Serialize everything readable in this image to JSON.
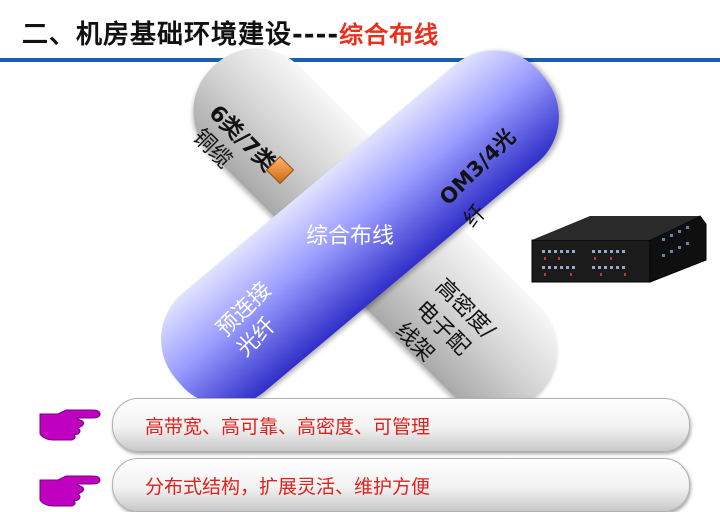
{
  "title": {
    "main": "二、机房基础环境建设----",
    "accent": "综合布线"
  },
  "diagram": {
    "center_label": "综合布线",
    "copper": {
      "line1": "6类/7类",
      "line2": "铜缆"
    },
    "fiber": {
      "line1": "OM3/4光",
      "line2": "纤"
    },
    "preterm": {
      "line1": "预连接",
      "line2": "光纤"
    },
    "hd_panel": {
      "line1": "高密度/",
      "line2": "电子配",
      "line3": "线架"
    }
  },
  "bullets": [
    {
      "text": "高带宽、高可靠、高密度、可管理"
    },
    {
      "text": "分布式结构，扩展灵活、维护方便"
    }
  ],
  "colors": {
    "title_rule": "#1a5fb4",
    "accent_text": "#e8301c",
    "hand": "#c000c0"
  }
}
